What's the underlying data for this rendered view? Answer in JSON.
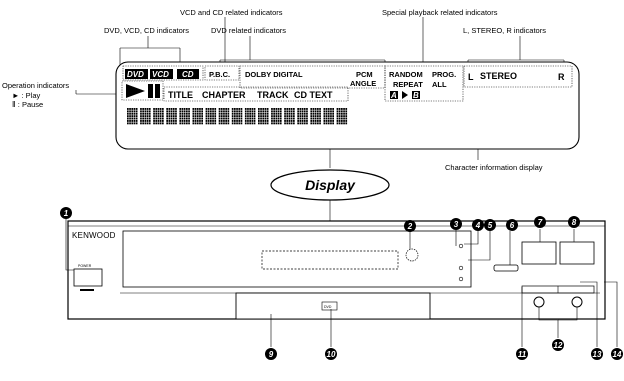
{
  "callouts": {
    "vcd_cd": "VCD and CD related indicators",
    "special": "Special playback related indicators",
    "dvd_vcd_cd": "DVD, VCD, CD indicators",
    "dvd_related": "DVD related indicators",
    "lr_stereo": "L, STEREO, R indicators",
    "operation": "Operation indicators",
    "play_line": "► : Play",
    "pause_line": "Ⅱ : Pause",
    "char_display": "Character information display",
    "display": "Display"
  },
  "lcd": {
    "dvd": "DVD",
    "vcd": "VCD",
    "cd": "CD",
    "pbc": "P.B.C.",
    "dolby": "DOLBY DIGITAL",
    "pcm": "PCM",
    "angle": "ANGLE",
    "random": "RANDOM",
    "repeat": "REPEAT",
    "a": "A",
    "b": "B",
    "prog": "PROG.",
    "all": "ALL",
    "l": "L",
    "stereo": "STEREO",
    "r": "R",
    "title": "TITLE",
    "chapter": "CHAPTER",
    "track": "TRACK",
    "cd_text": "CD TEXT"
  },
  "device": {
    "brand": "KENWOOD",
    "power": "POWER",
    "tray_logo": "DVD"
  },
  "numbers": [
    "1",
    "2",
    "3",
    "4",
    "5",
    "6",
    "7",
    "8",
    "9",
    "10",
    "11",
    "12",
    "13",
    "14"
  ]
}
